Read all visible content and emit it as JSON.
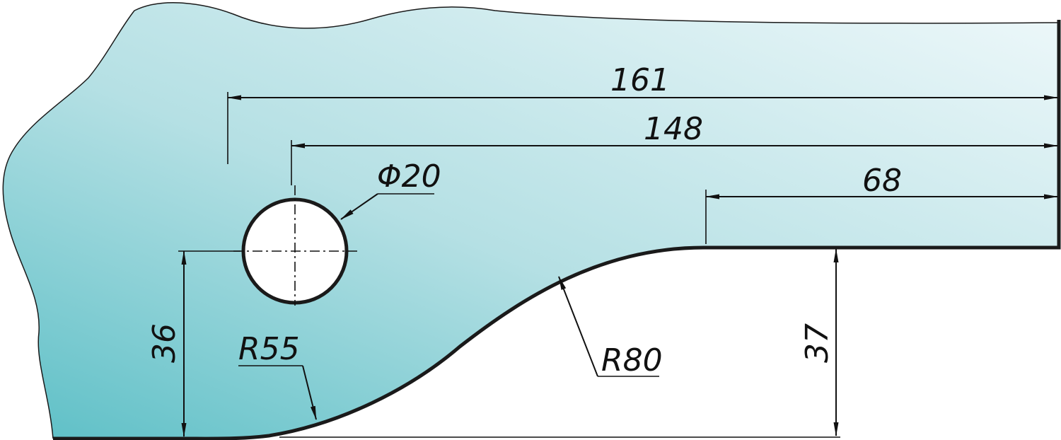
{
  "colors": {
    "glass_light": "#e9f6f8",
    "glass_mid": "#b5e0e4",
    "glass_dark": "#5cbfc6",
    "outline": "#1a1a1a",
    "hole_fill": "#ffffff"
  },
  "dimensions": {
    "overall_length": "161",
    "hole_to_end": "148",
    "flat_edge_length": "68",
    "hole_diameter": "Φ20",
    "small_radius": "R55",
    "large_radius": "R80",
    "hole_height": "36",
    "step_height": "37"
  }
}
